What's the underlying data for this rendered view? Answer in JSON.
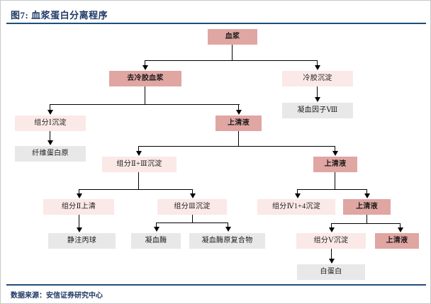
{
  "figure": {
    "title": "图7: 血浆蛋白分离程序",
    "source": "数据来源：安信证券研究中心",
    "title_color": "#1f3864",
    "rule_color": "#1f4e79",
    "node_dark_color": "#e0a6a2",
    "node_light_color": "#fae9e7",
    "node_gray_color": "#e8e8e8",
    "connector_color": "#000000"
  },
  "chart_data": {
    "type": "diagram",
    "title": "图7: 血浆蛋白分离程序",
    "nodes": [
      {
        "id": "plasma",
        "label": "血浆",
        "style": "dark"
      },
      {
        "id": "cryo_poor",
        "label": "去冷胶血浆",
        "style": "dark"
      },
      {
        "id": "cryo_ppt",
        "label": "冷胶沉淀",
        "style": "light"
      },
      {
        "id": "factor8",
        "label": "凝血因子Ⅷ",
        "style": "gray"
      },
      {
        "id": "frac1_ppt",
        "label": "组分Ⅰ沉淀",
        "style": "light"
      },
      {
        "id": "fibrinogen",
        "label": "纤维蛋白原",
        "style": "gray"
      },
      {
        "id": "sup1",
        "label": "上清液",
        "style": "dark"
      },
      {
        "id": "frac23_ppt",
        "label": "组分Ⅱ+Ⅲ沉淀",
        "style": "light"
      },
      {
        "id": "sup2",
        "label": "上清液",
        "style": "dark"
      },
      {
        "id": "frac2_sup",
        "label": "组分Ⅱ上清",
        "style": "light"
      },
      {
        "id": "frac3_ppt",
        "label": "组分Ⅲ沉淀",
        "style": "light"
      },
      {
        "id": "ivig",
        "label": "静注丙球",
        "style": "gray"
      },
      {
        "id": "thrombin",
        "label": "凝血酶",
        "style": "gray"
      },
      {
        "id": "pcc",
        "label": "凝血酶原复合物",
        "style": "gray"
      },
      {
        "id": "frac4_ppt",
        "label": "组分Ⅳ1+4沉淀",
        "style": "light"
      },
      {
        "id": "sup3",
        "label": "上清液",
        "style": "dark"
      },
      {
        "id": "frac5_ppt",
        "label": "组分Ⅴ沉淀",
        "style": "light"
      },
      {
        "id": "sup4",
        "label": "上清液",
        "style": "dark"
      },
      {
        "id": "albumin",
        "label": "白蛋白",
        "style": "gray"
      }
    ],
    "edges": [
      {
        "from": "plasma",
        "to": "cryo_poor"
      },
      {
        "from": "plasma",
        "to": "cryo_ppt"
      },
      {
        "from": "cryo_ppt",
        "to": "factor8"
      },
      {
        "from": "cryo_poor",
        "to": "frac1_ppt"
      },
      {
        "from": "cryo_poor",
        "to": "sup1"
      },
      {
        "from": "frac1_ppt",
        "to": "fibrinogen"
      },
      {
        "from": "sup1",
        "to": "frac23_ppt"
      },
      {
        "from": "sup1",
        "to": "sup2"
      },
      {
        "from": "frac23_ppt",
        "to": "frac2_sup"
      },
      {
        "from": "frac23_ppt",
        "to": "frac3_ppt"
      },
      {
        "from": "frac2_sup",
        "to": "ivig"
      },
      {
        "from": "frac3_ppt",
        "to": "thrombin"
      },
      {
        "from": "frac3_ppt",
        "to": "pcc"
      },
      {
        "from": "sup2",
        "to": "frac4_ppt"
      },
      {
        "from": "sup2",
        "to": "sup3"
      },
      {
        "from": "sup3",
        "to": "frac5_ppt"
      },
      {
        "from": "sup3",
        "to": "sup4"
      },
      {
        "from": "frac5_ppt",
        "to": "albumin"
      }
    ],
    "source": "数据来源：安信证券研究中心"
  }
}
